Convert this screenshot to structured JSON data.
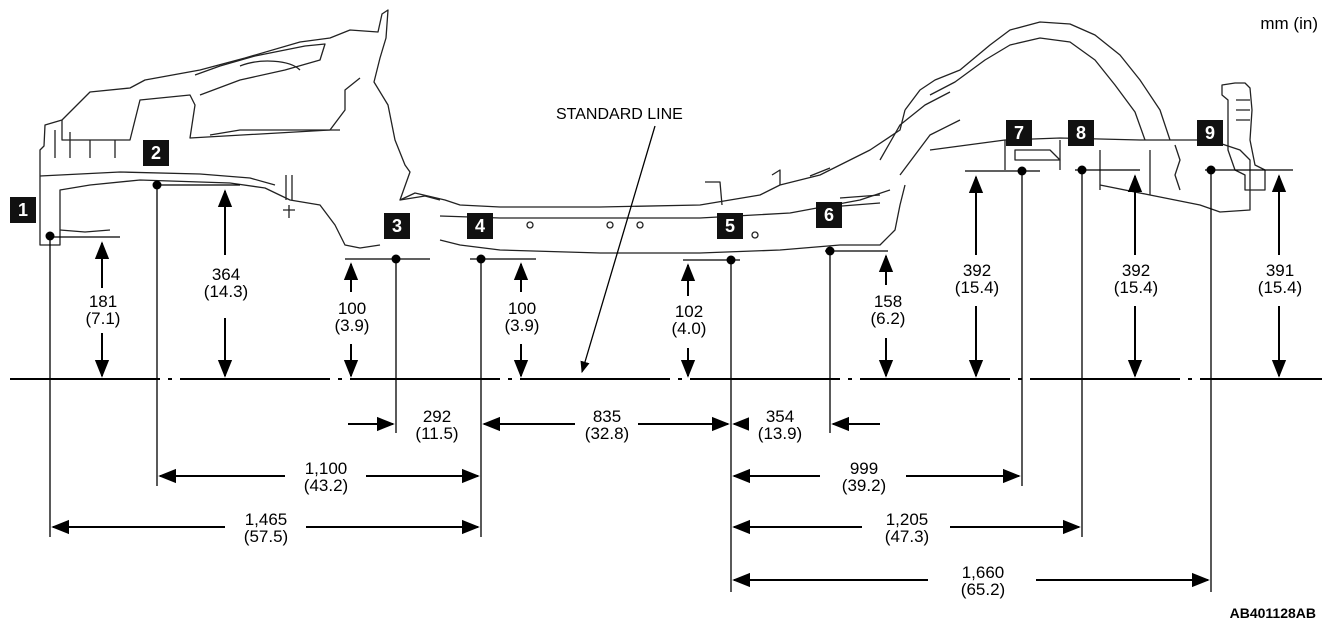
{
  "unit_label": "mm (in)",
  "figure_code": "AB401128AB",
  "standard_line_label": "STANDARD LINE",
  "points": [
    "1",
    "2",
    "3",
    "4",
    "5",
    "6",
    "7",
    "8",
    "9"
  ],
  "heights": [
    {
      "point": "1",
      "mm": "181",
      "in": "(7.1)"
    },
    {
      "point": "2",
      "mm": "364",
      "in": "(14.3)"
    },
    {
      "point": "3",
      "mm": "100",
      "in": "(3.9)"
    },
    {
      "point": "4",
      "mm": "100",
      "in": "(3.9)"
    },
    {
      "point": "5",
      "mm": "102",
      "in": "(4.0)"
    },
    {
      "point": "6",
      "mm": "158",
      "in": "(6.2)"
    },
    {
      "point": "7",
      "mm": "392",
      "in": "(15.4)"
    },
    {
      "point": "8",
      "mm": "392",
      "in": "(15.4)"
    },
    {
      "point": "9",
      "mm": "391",
      "in": "(15.4)"
    }
  ],
  "spans": [
    {
      "between": "3-4",
      "mm": "292",
      "in": "(11.5)"
    },
    {
      "between": "4-5",
      "mm": "835",
      "in": "(32.8)"
    },
    {
      "between": "5-6",
      "mm": "354",
      "in": "(13.9)"
    },
    {
      "between": "2-4",
      "mm": "1,100",
      "in": "(43.2)"
    },
    {
      "between": "1-4",
      "mm": "1,465",
      "in": "(57.5)"
    },
    {
      "between": "5-7",
      "mm": "999",
      "in": "(39.2)"
    },
    {
      "between": "5-8",
      "mm": "1,205",
      "in": "(47.3)"
    },
    {
      "between": "5-9",
      "mm": "1,660",
      "in": "(65.2)"
    }
  ]
}
